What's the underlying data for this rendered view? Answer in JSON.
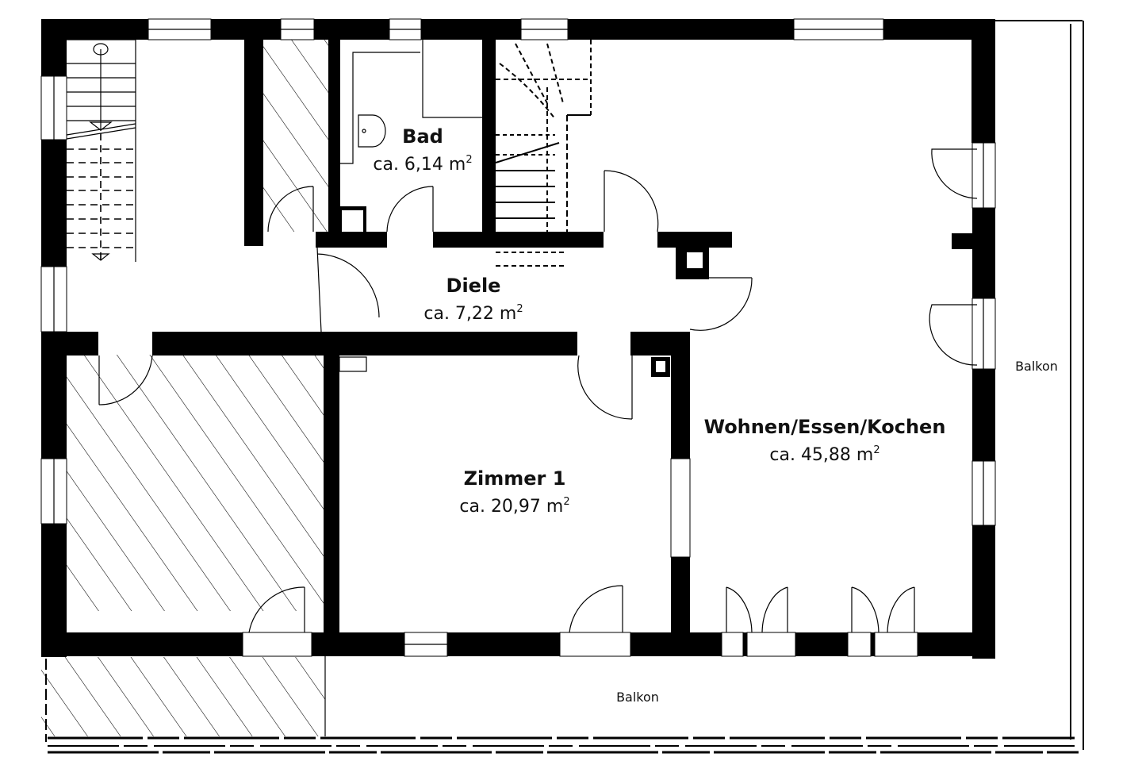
{
  "plan": {
    "type": "floor-plan",
    "background": "#ffffff",
    "wall_color": "#000000",
    "hatched_areas": [
      "staircase-storage",
      "left-room",
      "left-balcony"
    ]
  },
  "rooms": {
    "bad": {
      "name": "Bad",
      "area_prefix": "ca. 6,14 m",
      "area_unit_exp": "2"
    },
    "diele": {
      "name": "Diele",
      "area_prefix": "ca. 7,22 m",
      "area_unit_exp": "2"
    },
    "wohnen": {
      "name": "Wohnen/Essen/Kochen",
      "area_prefix": "ca. 45,88 m",
      "area_unit_exp": "2"
    },
    "zimmer1": {
      "name": "Zimmer 1",
      "area_prefix": "ca. 20,97 m",
      "area_unit_exp": "2"
    }
  },
  "balconies": {
    "right": {
      "label": "Balkon"
    },
    "bottom": {
      "label": "Balkon"
    }
  }
}
